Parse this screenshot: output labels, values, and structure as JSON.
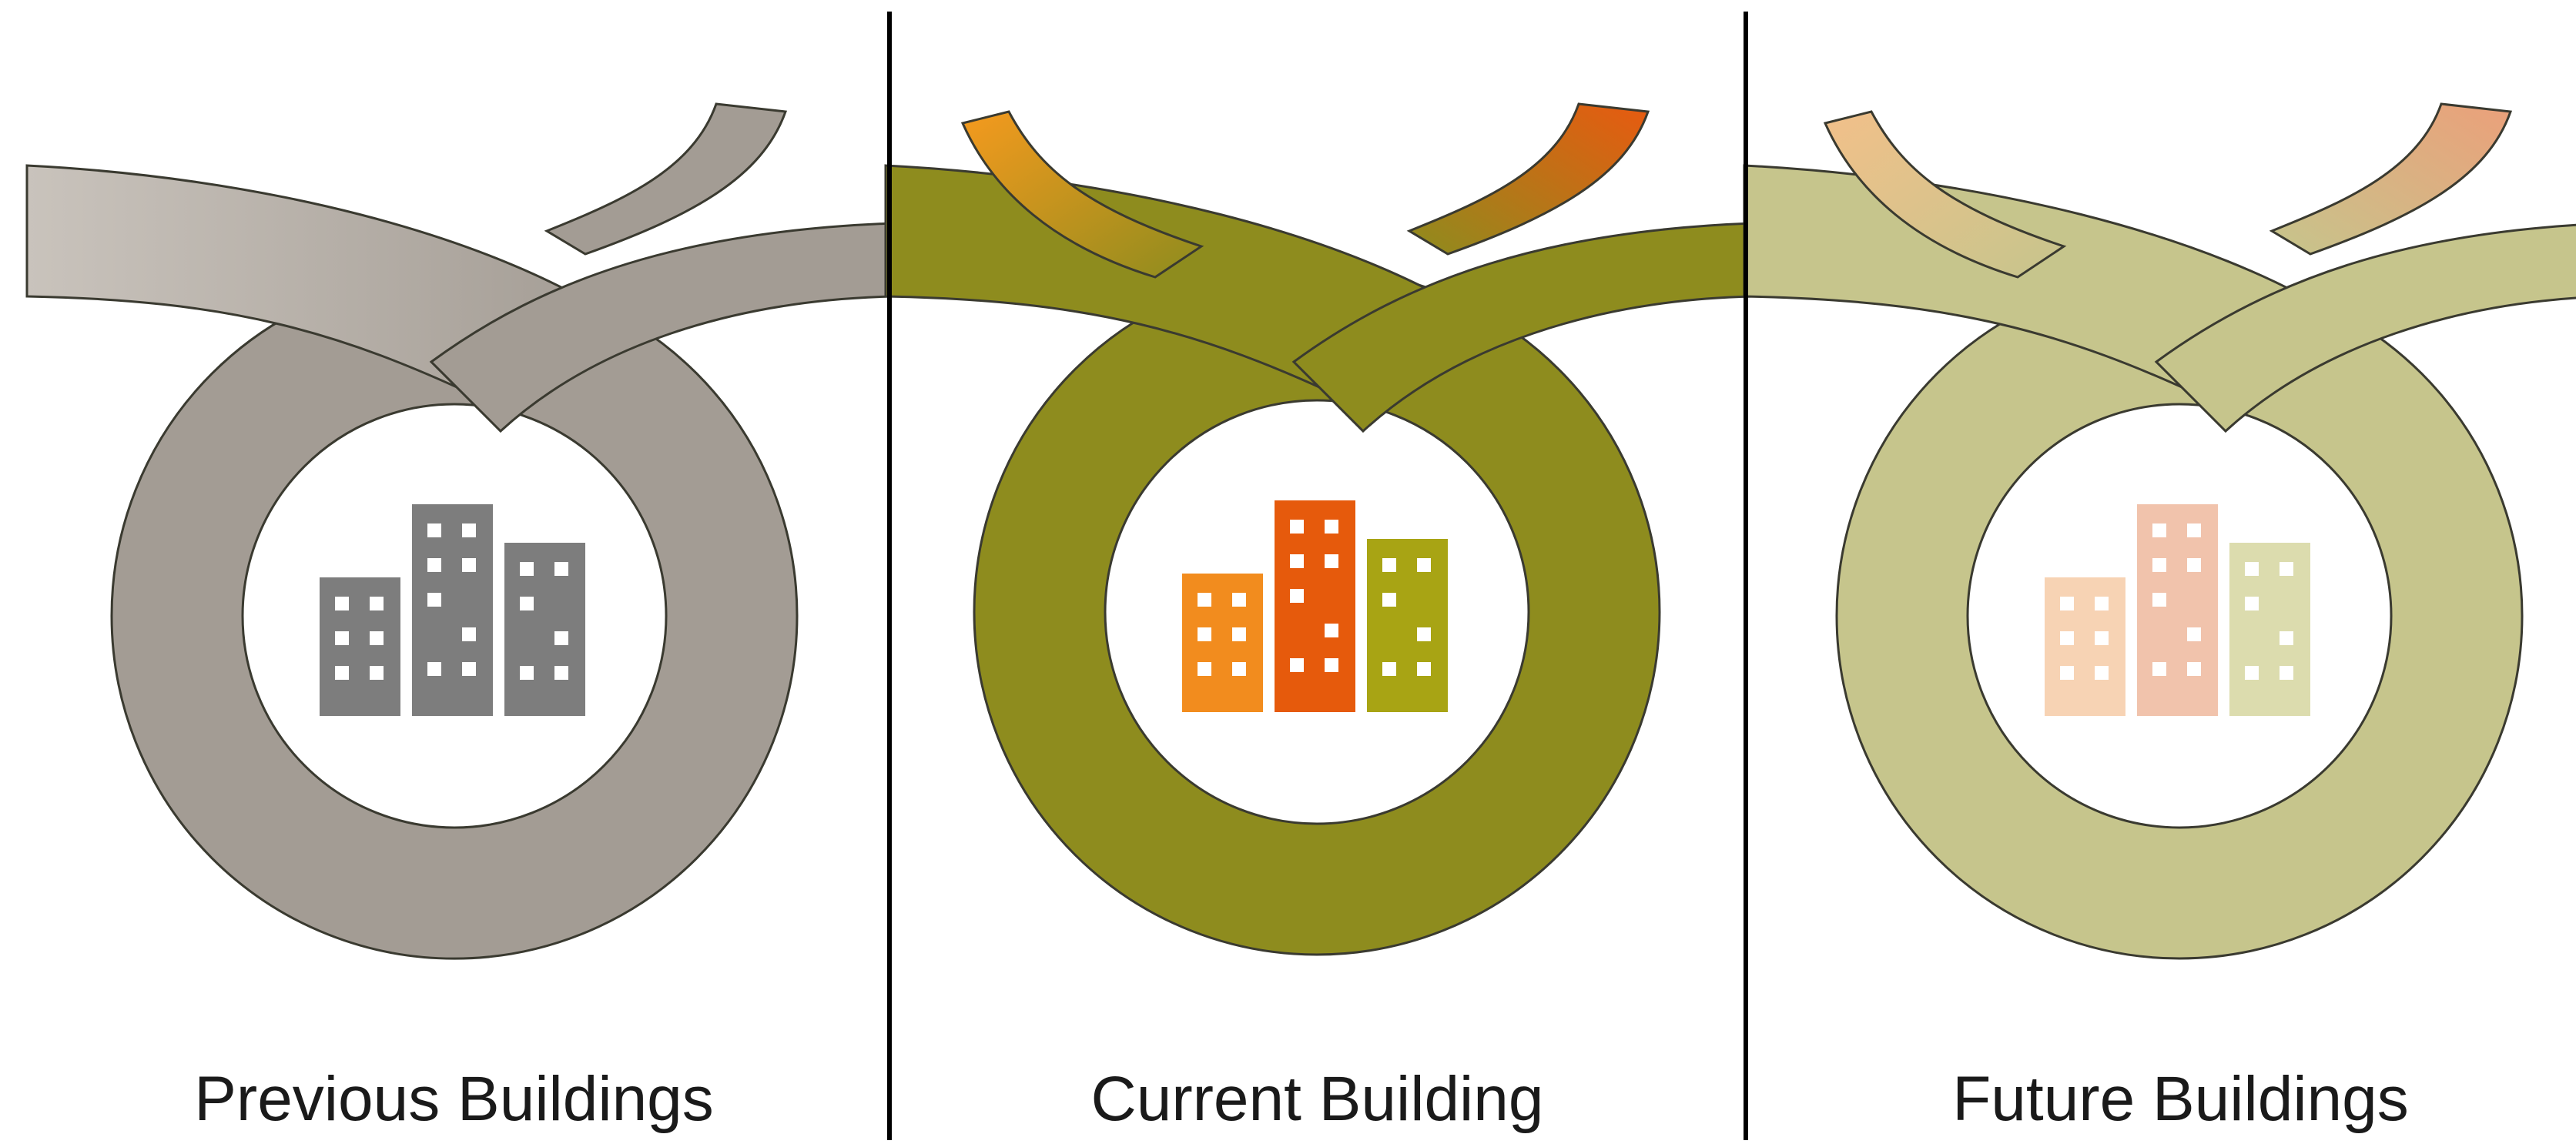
{
  "panels": [
    {
      "label": "Previous Buildings",
      "ribbon_color": "#a39c94",
      "ribbon_light": "#c9c3bc",
      "tip_color": "#a39c94",
      "building_colors": [
        "#7d7d7d",
        "#7d7d7d",
        "#7d7d7d"
      ]
    },
    {
      "label": "Current Building",
      "ribbon_color": "#8e8c1e",
      "ribbon_light": "#b3b150",
      "tip_color": "#f07d16",
      "building_colors": [
        "#f28c1e",
        "#e65a0c",
        "#a8a414"
      ]
    },
    {
      "label": "Future Buildings",
      "ribbon_color": "#c6c58c",
      "ribbon_light": "#dedcae",
      "tip_color": "#edc08c",
      "building_colors": [
        "#f7d3b4",
        "#f1c3ac",
        "#dcdcae"
      ]
    }
  ]
}
